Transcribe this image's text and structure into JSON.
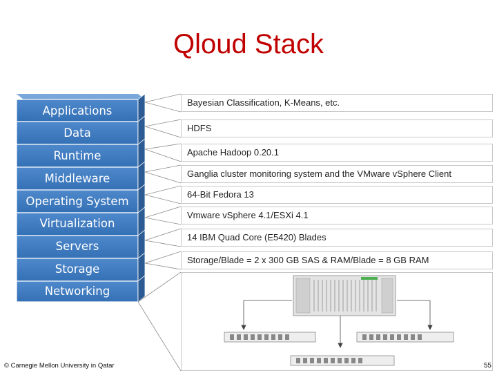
{
  "title": "Qloud Stack",
  "layers": [
    {
      "label": "Applications",
      "description": "Bayesian Classification, K-Means, etc."
    },
    {
      "label": "Data",
      "description": "HDFS"
    },
    {
      "label": "Runtime",
      "description": "Apache Hadoop 0.20.1"
    },
    {
      "label": "Middleware",
      "description": "Ganglia cluster monitoring system and the VMware vSphere Client"
    },
    {
      "label": "Operating System",
      "description": "64-Bit Fedora 13"
    },
    {
      "label": "Virtualization",
      "description": "Vmware vSphere 4.1/ESXi 4.1"
    },
    {
      "label": "Servers",
      "description": "14 IBM Quad Core (E5420) Blades"
    },
    {
      "label": "Storage",
      "description": "Storage/Blade = 2 x 300 GB SAS & RAM/Blade = 8 GB RAM"
    },
    {
      "label": "Networking",
      "description": ""
    }
  ],
  "footer": "© Carnegie Mellon University in Qatar",
  "page_number": "55",
  "colors": {
    "title": "#c00000",
    "layer_fill": "#3e79be",
    "layer_side": "#2c5b94",
    "layer_top": "#6a9bd3"
  }
}
